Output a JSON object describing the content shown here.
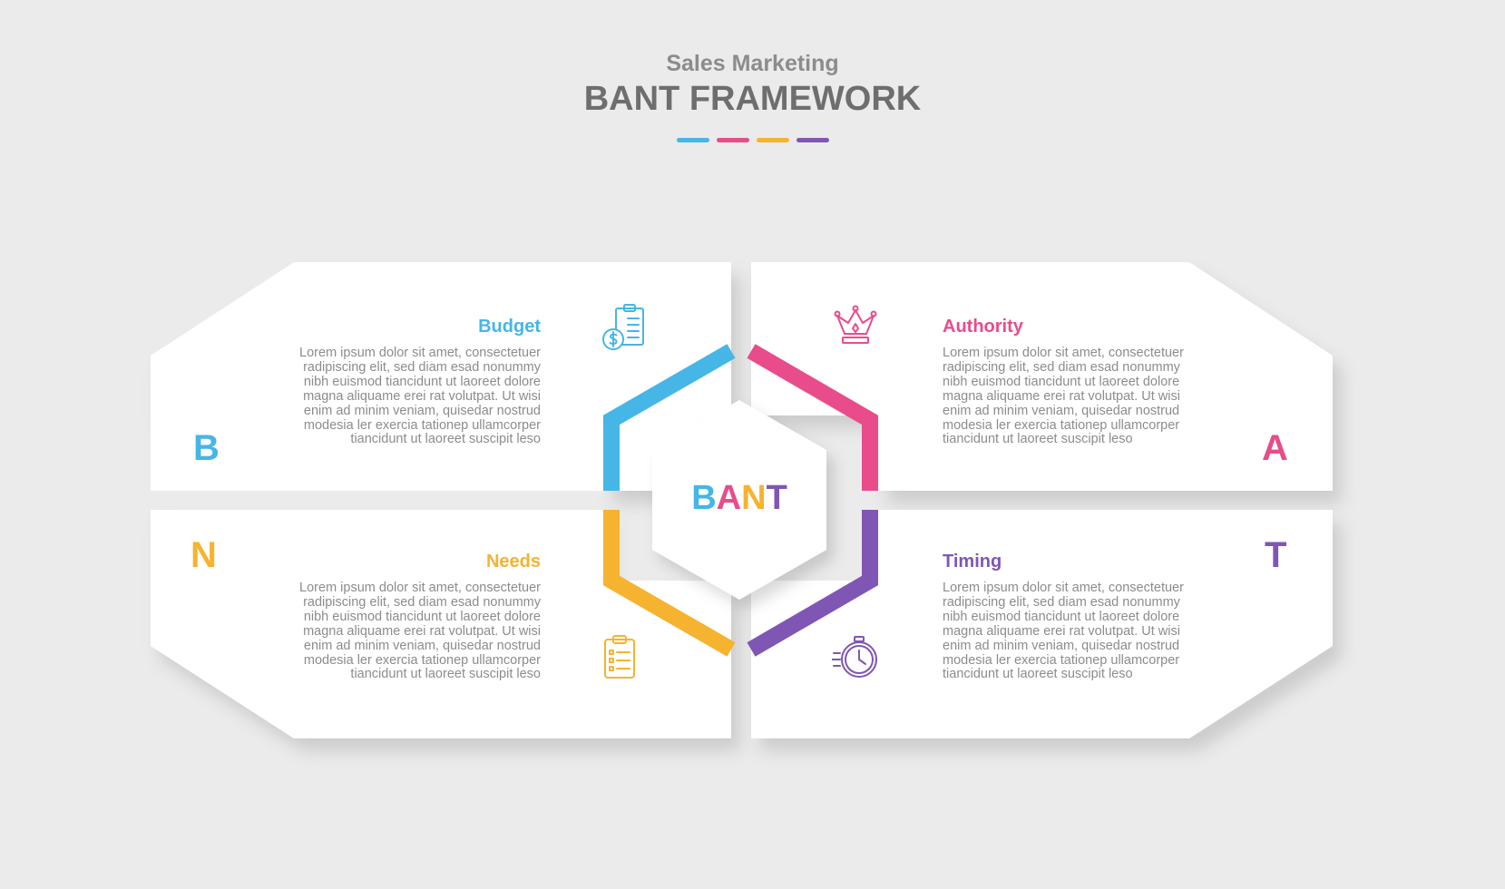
{
  "header": {
    "subtitle": "Sales Marketing",
    "title": "BANT FRAMEWORK"
  },
  "colors": {
    "budget": "#45b6e6",
    "authority": "#e84c8b",
    "needs": "#f5b330",
    "timing": "#7f56b4",
    "card": "#ffffff",
    "background": "#ebebeb",
    "text": "#8c8c8c"
  },
  "center": {
    "letters": [
      "B",
      "A",
      "N",
      "T"
    ]
  },
  "quadrants": {
    "budget": {
      "letter": "B",
      "heading": "Budget",
      "icon": "budget-document-dollar-icon",
      "lines": [
        "Lorem ipsum dolor sit amet, consectetuer",
        "radipiscing elit, sed diam esad nonummy",
        "nibh euismod tiancidunt ut laoreet dolore",
        "magna aliquame erei rat volutpat. Ut wisi",
        "enim ad minim veniam, quisedar nostrud",
        "modesia ler exercia tationep ullamcorper",
        "tiancidunt ut laoreet suscipit leso"
      ]
    },
    "authority": {
      "letter": "A",
      "heading": "Authority",
      "icon": "crown-icon",
      "lines": [
        "Lorem ipsum dolor sit amet, consectetuer",
        "radipiscing elit, sed diam esad nonummy",
        "nibh euismod tiancidunt ut laoreet dolore",
        "magna aliquame erei rat volutpat. Ut wisi",
        "enim ad minim veniam, quisedar nostrud",
        "modesia ler exercia tationep ullamcorper",
        "tiancidunt ut laoreet suscipit leso"
      ]
    },
    "needs": {
      "letter": "N",
      "heading": "Needs",
      "icon": "clipboard-checklist-icon",
      "lines": [
        "Lorem ipsum dolor sit amet, consectetuer",
        "radipiscing elit, sed diam esad nonummy",
        "nibh euismod tiancidunt ut laoreet dolore",
        "magna aliquame erei rat volutpat. Ut wisi",
        "enim ad minim veniam, quisedar nostrud",
        "modesia ler exercia tationep ullamcorper",
        "tiancidunt ut laoreet suscipit leso"
      ]
    },
    "timing": {
      "letter": "T",
      "heading": "Timing",
      "icon": "stopwatch-icon",
      "lines": [
        "Lorem ipsum dolor sit amet, consectetuer",
        "radipiscing elit, sed diam esad nonummy",
        "nibh euismod tiancidunt ut laoreet dolore",
        "magna aliquame erei rat volutpat. Ut wisi",
        "enim ad minim veniam, quisedar nostrud",
        "modesia ler exercia tationep ullamcorper",
        "tiancidunt ut laoreet suscipit leso"
      ]
    }
  }
}
